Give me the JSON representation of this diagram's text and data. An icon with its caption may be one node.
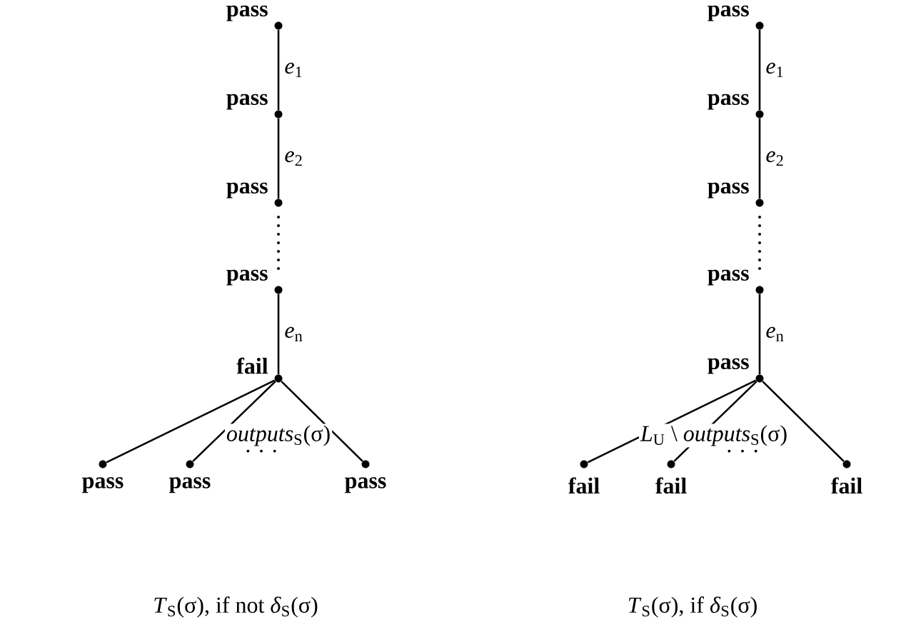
{
  "diagram": {
    "nodes": [
      {
        "text": [],
        "shape": "circle",
        "beside": [
          "pass"
        ]
      },
      {
        "text": [],
        "shape": "circle",
        "beside": [
          "pass"
        ]
      },
      {
        "text": [],
        "shape": "circle",
        "beside": [
          "pass"
        ]
      },
      {
        "text": [],
        "shape": "circle",
        "beside": [
          "pass"
        ]
      },
      {
        "text": [],
        "shape": "circle",
        "beside": [
          "fail"
        ]
      },
      {
        "text": [],
        "shape": "circle",
        "beside": [
          "pass"
        ]
      },
      {
        "text": [],
        "shape": "circle",
        "beside": [
          "pass"
        ]
      },
      {
        "text": [],
        "shape": "circle",
        "beside": [
          "pass"
        ]
      },
      {
        "text": [],
        "shape": "circle",
        "beside": [
          "pass"
        ]
      },
      {
        "text": [],
        "shape": "circle",
        "beside": [
          "pass"
        ]
      },
      {
        "text": [],
        "shape": "circle",
        "beside": [
          "pass"
        ]
      },
      {
        "text": [],
        "shape": "circle",
        "beside": [
          "pass"
        ]
      },
      {
        "text": [],
        "shape": "circle",
        "beside": [
          "pass"
        ]
      },
      {
        "text": [],
        "shape": "circle",
        "beside": [
          "fail"
        ]
      },
      {
        "text": [],
        "shape": "circle",
        "beside": [
          "fail"
        ]
      },
      {
        "text": [],
        "shape": "circle",
        "beside": [
          "fail"
        ]
      }
    ],
    "edges": [
      {
        "from": 0,
        "to": 1,
        "arrow": "none",
        "label": "*e*$_{1}$"
      },
      {
        "from": 1,
        "to": 2,
        "arrow": "none",
        "label": "*e*$_{2}$"
      },
      {
        "from": 2,
        "to": 3,
        "arrow": "none",
        "style": "dashed"
      },
      {
        "from": 3,
        "to": 4,
        "arrow": "none",
        "label": "*e*$_{n}$"
      },
      {
        "from": 4,
        "to": 5,
        "arrow": "none"
      },
      {
        "from": 4,
        "to": 6,
        "arrow": "none"
      },
      {
        "from": 4,
        "to": 7,
        "arrow": "none"
      },
      {
        "from": 8,
        "to": 9,
        "arrow": "none",
        "label": "*e*$_{1}$"
      },
      {
        "from": 9,
        "to": 10,
        "arrow": "none",
        "label": "*e*$_{2}$"
      },
      {
        "from": 10,
        "to": 11,
        "arrow": "none",
        "style": "dashed"
      },
      {
        "from": 11,
        "to": 12,
        "arrow": "none",
        "label": "*e*$_{n}$"
      },
      {
        "from": 12,
        "to": 13,
        "arrow": "none"
      },
      {
        "from": 12,
        "to": 14,
        "arrow": "none"
      },
      {
        "from": 12,
        "to": 15,
        "arrow": "none"
      }
    ],
    "labels": [
      "*outputs*$_{S}$(σ)",
      "· · ·",
      "*L*$_{U}$ \\ *outputs*$_{S}$(σ)",
      "· · ·",
      "*T*$_{S}$(σ), if not *δ*$_{S}$(σ)",
      "*T*$_{S}$(σ), if *δ*$_{S}$(σ)"
    ]
  }
}
